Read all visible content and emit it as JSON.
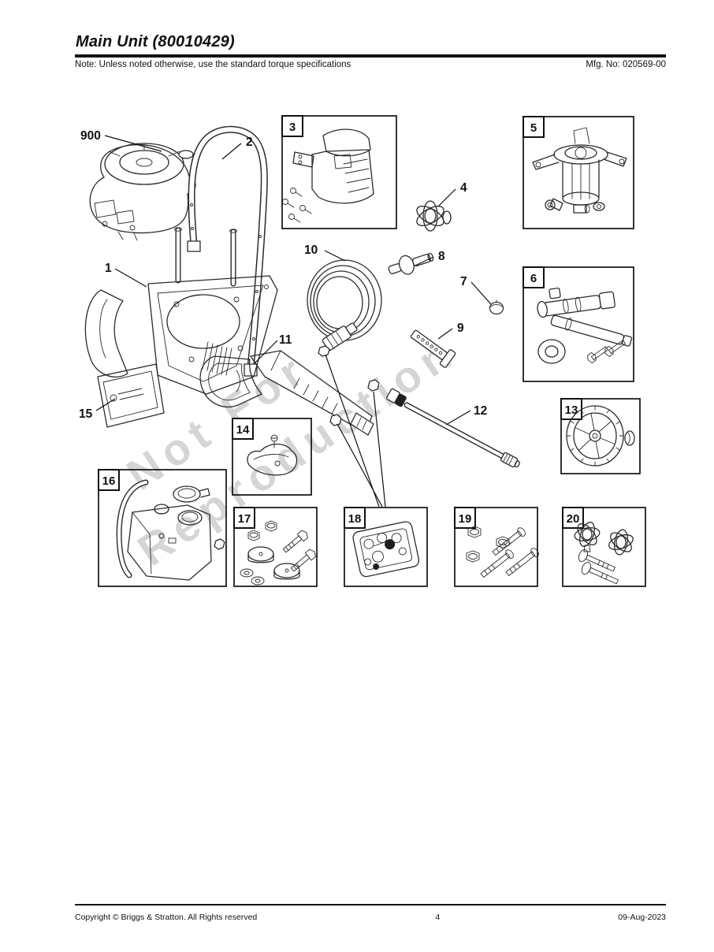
{
  "page": {
    "title": "Main Unit (80010429)",
    "note": "Note: Unless noted otherwise, use the standard torque specifications",
    "mfg_no": "Mfg. No: 020569-00"
  },
  "watermark": {
    "line1": "Not For",
    "line2": "Reproduction"
  },
  "footer": {
    "copyright": "Copyright ©  Briggs & Stratton. All Rights reserved",
    "page": "4",
    "date": "09-Aug-2023"
  },
  "callouts": {
    "engine": "900",
    "frame": "1",
    "handle": "2",
    "knob": "4",
    "cap": "7",
    "coupler": "8",
    "cleaner_tool": "9",
    "hose": "10",
    "spray_gun": "11",
    "lance": "12",
    "panel": "15"
  },
  "boxes": {
    "bracket": "3",
    "pump": "5",
    "manifold": "6",
    "wheel": "13",
    "deflector": "14",
    "tank": "16",
    "mount_kit": "17",
    "grommet_panel": "18",
    "bolt_kit": "19",
    "knob_kit": "20"
  }
}
